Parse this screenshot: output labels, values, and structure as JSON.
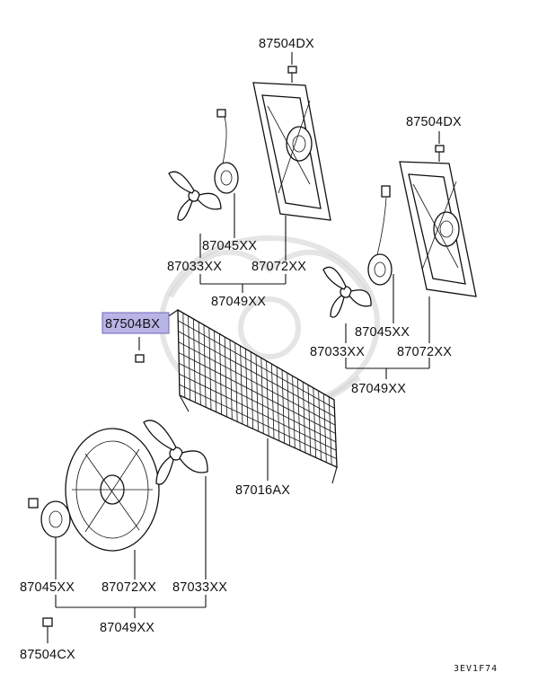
{
  "diagram": {
    "labels": {
      "bolt_top_left": "87504DX",
      "bolt_top_right": "87504DX",
      "bolt_highlighted": "87504BX",
      "bolt_bottom": "87504CX",
      "motor_upper_left": "87045XX",
      "blade_upper_left": "87033XX",
      "shroud_upper_left": "87072XX",
      "assy_upper_left": "87049XX",
      "motor_right": "87045XX",
      "blade_right": "87033XX",
      "shroud_right": "87072XX",
      "assy_right": "87049XX",
      "condenser": "87016AX",
      "motor_lower": "87045XX",
      "shroud_lower": "87072XX",
      "blade_lower": "87033XX",
      "assy_lower": "87049XX"
    },
    "code": "3EV1F74",
    "highlight_color": "#b9b4e6"
  }
}
